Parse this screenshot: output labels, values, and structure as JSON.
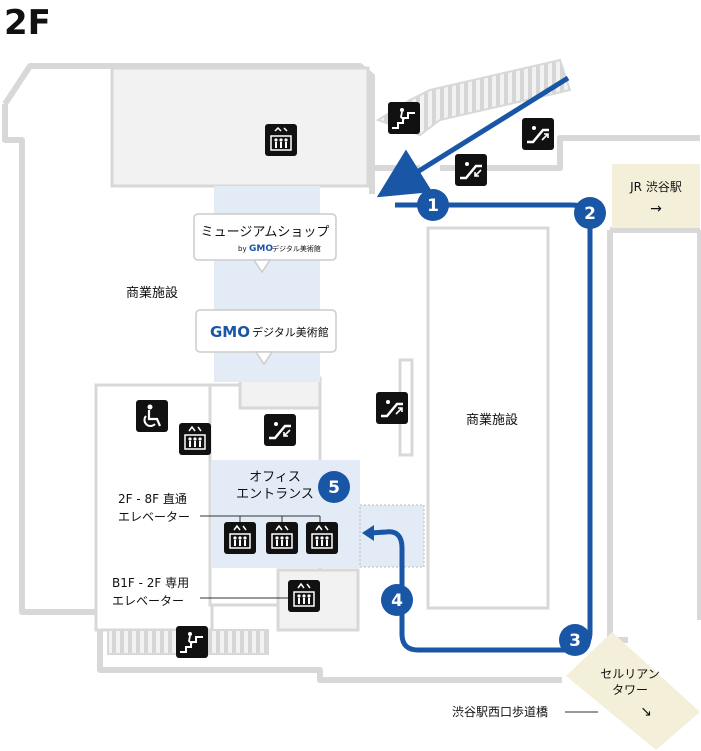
{
  "floor_label": "2F",
  "areas": {
    "commercial_left": "商業施設",
    "commercial_right": "商業施設",
    "office_entrance_line1": "オフィス",
    "office_entrance_line2": "エントランス"
  },
  "signs": {
    "museum_shop": "ミュージアムショップ",
    "museum_shop_by": "by",
    "museum_shop_brand": "GMO",
    "museum_shop_brand_suffix": "デジタル美術館",
    "gmo_brand": "GMO",
    "gmo_museum": "デジタル美術館"
  },
  "elevator_labels": {
    "direct_line1": "2F - 8F 直通",
    "direct_line2": "エレベーター",
    "b1f_line1": "B1F - 2F 専用",
    "b1f_line2": "エレベーター"
  },
  "destinations": {
    "jr_shibuya": "JR 渋谷駅",
    "jr_arrow": "→",
    "cerulean_line1": "セルリアン",
    "cerulean_line2": "タワー",
    "cerulean_arrow": "↘",
    "west_bridge": "渋谷駅西口歩道橋"
  },
  "route": {
    "steps": [
      "1",
      "2",
      "3",
      "4",
      "5"
    ],
    "color": "#1a56a6"
  },
  "colors": {
    "wall": "#d8d8d8",
    "highlight": "#e3ecf6",
    "icon_bg": "#111111",
    "destination_bg": "#f3efd9"
  },
  "icons": [
    "elevator-icon",
    "escalator-up-icon",
    "escalator-down-icon",
    "stairs-icon",
    "wheelchair-icon"
  ]
}
